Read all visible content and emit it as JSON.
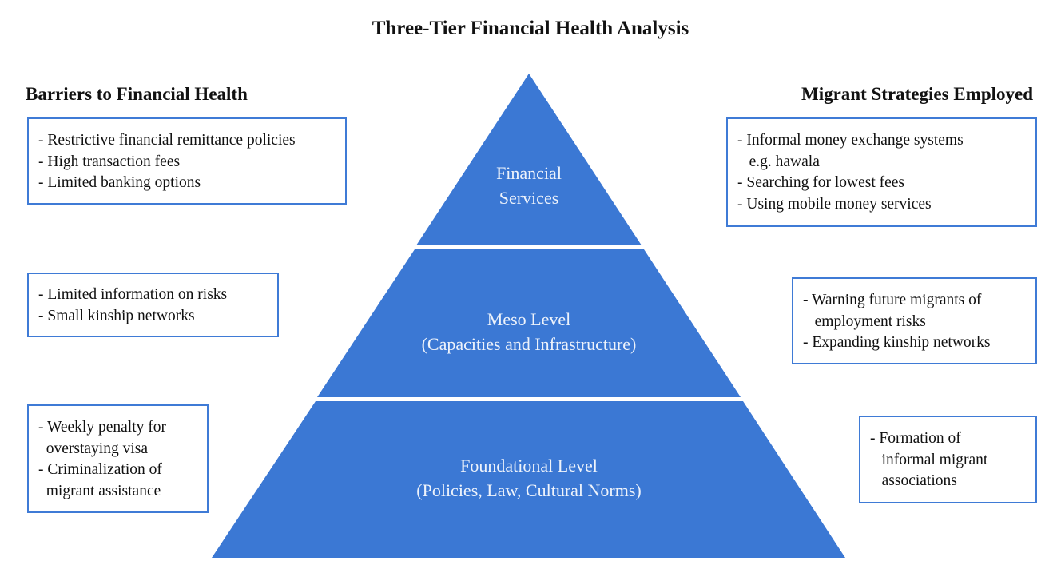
{
  "title": "Three-Tier Financial Health Analysis",
  "left_heading": "Barriers to Financial Health",
  "right_heading": "Migrant Strategies Employed",
  "colors": {
    "pyramid": "#3b78d4",
    "box_border": "#3f7bd6"
  },
  "tiers": [
    {
      "line1": "Financial",
      "line2": "Services"
    },
    {
      "line1": "Meso Level",
      "line2": "(Capacities and Infrastructure)"
    },
    {
      "line1": "Foundational Level",
      "line2": "(Policies, Law, Cultural Norms)"
    }
  ],
  "barriers": [
    [
      "- Restrictive financial remittance policies",
      "- High transaction fees",
      "- Limited banking options"
    ],
    [
      "- Limited information on risks",
      "- Small kinship networks"
    ],
    [
      "- Weekly penalty for",
      "  overstaying visa",
      "- Criminalization of",
      "  migrant assistance"
    ]
  ],
  "strategies": [
    [
      "- Informal money exchange systems—",
      "   e.g. hawala",
      "- Searching for lowest fees",
      "- Using mobile money services"
    ],
    [
      "- Warning future migrants of",
      "   employment risks",
      "- Expanding kinship networks"
    ],
    [
      "- Formation of",
      "   informal migrant",
      "   associations"
    ]
  ]
}
